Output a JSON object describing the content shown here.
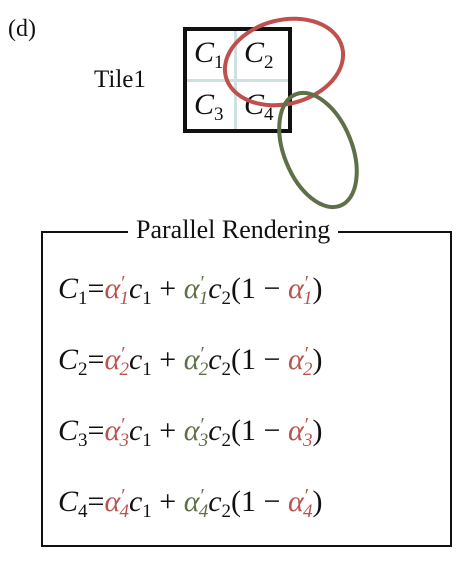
{
  "panel_label": "(d)",
  "tile": {
    "label": "Tile1",
    "cells": [
      {
        "symbol": "C",
        "index": "1"
      },
      {
        "symbol": "C",
        "index": "2"
      },
      {
        "symbol": "C",
        "index": "3"
      },
      {
        "symbol": "C",
        "index": "4"
      }
    ]
  },
  "box": {
    "title": "Parallel Rendering",
    "equations": [
      {
        "lhs": "C",
        "lhs_index": "1",
        "equals": "=",
        "alpha": "α",
        "prime": "′",
        "alpha_index": "1",
        "c1": "c",
        "c1_index": "1",
        "plus": " + ",
        "c2": "c",
        "c2_index": "2",
        "open": "(1 − ",
        "close": ")"
      },
      {
        "lhs": "C",
        "lhs_index": "2",
        "equals": "=",
        "alpha": "α",
        "prime": "′",
        "alpha_index": "2",
        "c1": "c",
        "c1_index": "1",
        "plus": " + ",
        "c2": "c",
        "c2_index": "2",
        "open": "(1 − ",
        "close": ")"
      },
      {
        "lhs": "C",
        "lhs_index": "3",
        "equals": "=",
        "alpha": "α",
        "prime": "′",
        "alpha_index": "3",
        "c1": "c",
        "c1_index": "1",
        "plus": " + ",
        "c2": "c",
        "c2_index": "2",
        "open": "(1 − ",
        "close": ")"
      },
      {
        "lhs": "C",
        "lhs_index": "4",
        "equals": "=",
        "alpha": "α",
        "prime": "′",
        "alpha_index": "4",
        "c1": "c",
        "c1_index": "1",
        "plus": " + ",
        "c2": "c",
        "c2_index": "2",
        "open": "(1 − ",
        "close": ")"
      }
    ]
  },
  "colors": {
    "red_gaussian": "#c0504d",
    "green_gaussian": "#5e7048",
    "tile_grid": "#cfe0e3"
  }
}
